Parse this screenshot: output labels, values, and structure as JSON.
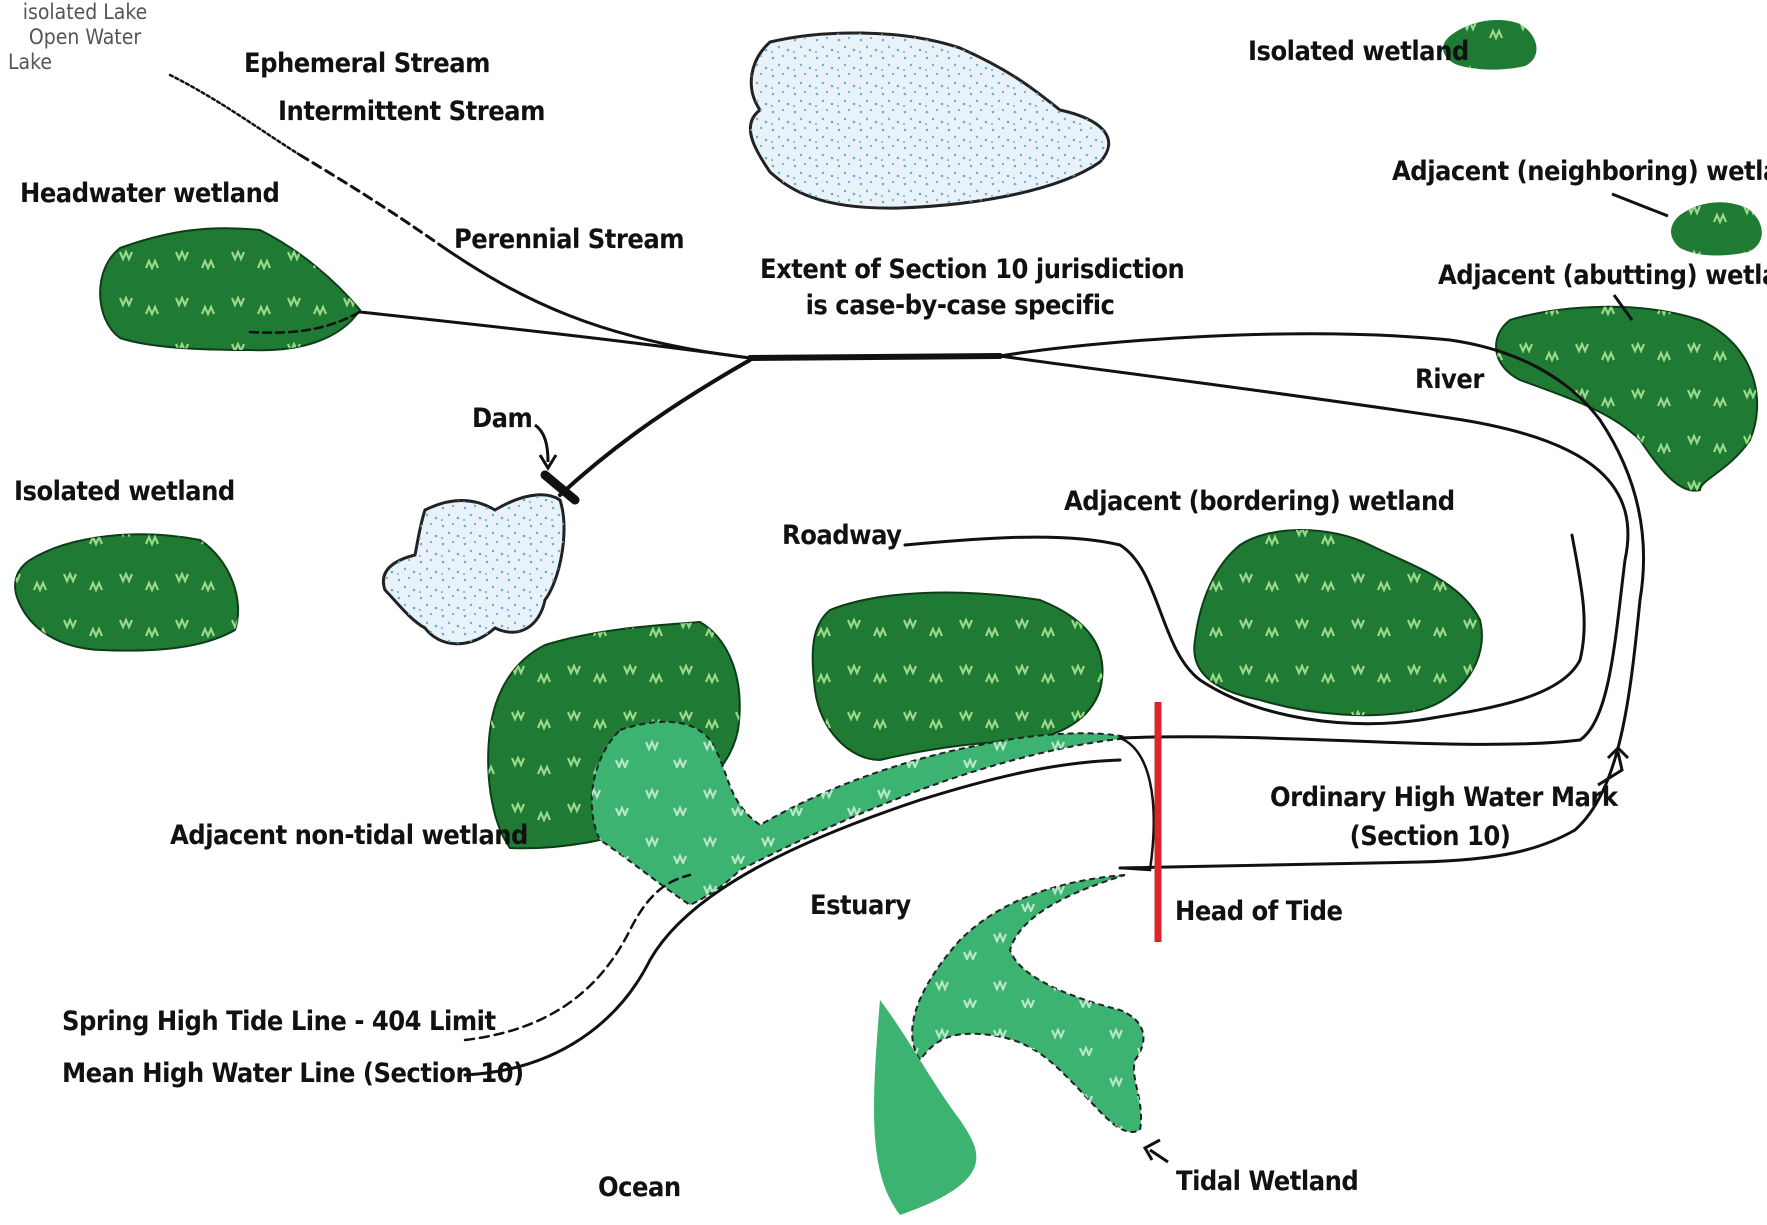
{
  "labels": {
    "ephemeral_stream": "Ephemeral Stream",
    "intermittent_stream": "Intermittent Stream",
    "headwater_wetland": "Headwater wetland",
    "perennial_stream": "Perennial Stream",
    "extent_line1": "Extent of Section 10 jurisdiction",
    "extent_line2": "is case-by-case specific",
    "isolated_lake_line1": "isolated Lake",
    "isolated_lake_line2": "Open Water",
    "isolated_wetland_top": "Isolated wetland",
    "adjacent_neighboring": "Adjacent (neighboring) wetland",
    "adjacent_abutting": "Adjacent (abutting) wetland",
    "river": "River",
    "dam": "Dam",
    "isolated_wetland_left": "Isolated wetland",
    "lake": "Lake",
    "roadway": "Roadway",
    "adjacent_bordering": "Adjacent (bordering) wetland",
    "ohwm_line1": "Ordinary High Water Mark",
    "ohwm_line2": "(Section 10)",
    "adjacent_nontidal": "Adjacent non-tidal wetland",
    "estuary": "Estuary",
    "head_of_tide": "Head of Tide",
    "spring_high_tide": "Spring High Tide Line - 404 Limit",
    "mean_high_water": "Mean High Water Line (Section 10)",
    "ocean": "Ocean",
    "tidal_wetland": "Tidal Wetland"
  },
  "colors": {
    "wetland": "#1f7a34",
    "tidal_wetland": "#3cb371",
    "grass": "#9bd98a",
    "water": "#e8f2f8",
    "water_dots": "#6aaed6",
    "head_of_tide_line": "#d9262a",
    "lines": "#111111"
  }
}
